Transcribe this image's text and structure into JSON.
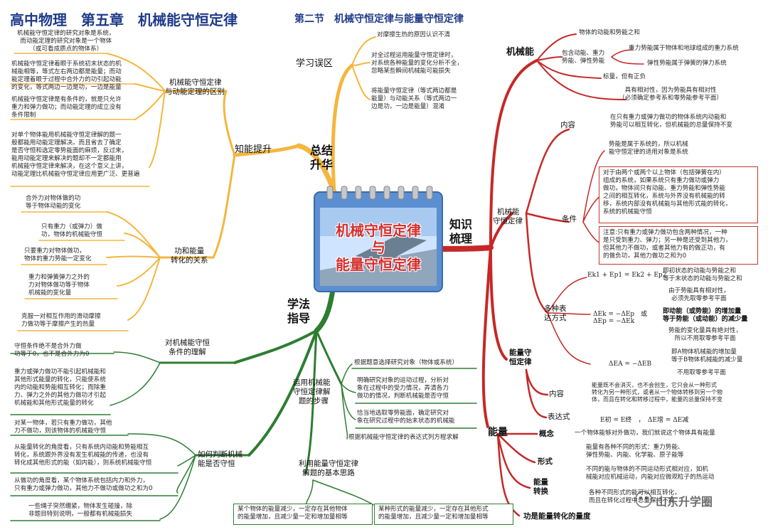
{
  "title": {
    "main": "高中物理　第五章　机械能守恒定律",
    "section": "第二节　机械守恒定律与能量守恒定律"
  },
  "center": {
    "line1": "机械守恒定律",
    "line2": "与",
    "line3": "能量守恒定律"
  },
  "colors": {
    "yellow": "#f4b63f",
    "red": "#c62828",
    "green": "#2e7d32",
    "title": "#1f3a8a"
  },
  "summary": {
    "label": "总结升华",
    "zhineng": {
      "label": "知能提升",
      "qubie": {
        "label_line1": "机械能守恒定律",
        "label_line2": "与动能定理的区别",
        "p1": [
          "机械能守恒定律的研究对象是系统，",
          "而动能定理的研究对象是一个物体",
          "（或可看成质点的物体系）"
        ],
        "p2": [
          "机械能守恒定律着眼于系统初末状态的机",
          "械能相等，等式左右两边都是能量；而动",
          "能定理着眼于过程中合外力的功引起动能",
          "的变化，等式两边一边是功，一边是能量"
        ],
        "p3": [
          "机械能守恒定律是有条件的，就是只允许",
          "重力和弹力做功；而动能定理的成立没有",
          "条件限制"
        ],
        "p4": [
          "对单个物体能用机械能守恒定律解的题一",
          "般都能用动能定理解决。而且省去了确定",
          "是否守恒和选定零势能面的麻烦，反过来，",
          "能用动能定理来解决的题却不一定都能用",
          "机械能守恒定律来解决，在这个意义上讲，",
          "动能定理比机械能守恒定律应用更广泛、更普遍"
        ]
      },
      "gongneng": {
        "label_line1": "功和能量",
        "label_line2": "转化的关系",
        "p1": [
          "合外力对物体做的功",
          "等于物体动能的变化"
        ],
        "p2": [
          "只有重力（或弹力）做",
          "功，物体的机械能守恒"
        ],
        "p3": [
          "只要重力对物体做功，",
          "物体的重力势能一定变化"
        ],
        "p4": [
          "重力和弹簧弹力之外的",
          "力对物体做功等于物体",
          "机械能的变化量"
        ],
        "p5": [
          "克服一对相互作用的滑动摩擦",
          "力做功等于摩擦产生的热量"
        ]
      }
    },
    "wuqu": {
      "label": "学习误区",
      "p1": [
        "对摩擦生热的原因认识不清"
      ],
      "p2": [
        "对全过程运用能量守恒定律时，",
        "对系统各种能量的变化分析不全，",
        "忽略某些瞬间机械能可能损失"
      ],
      "p3": [
        "将能量守恒定律（等式两边都是",
        "能量）与动能关系（等式两边一",
        "边是功，一边是能量）混淆"
      ]
    }
  },
  "zhishi": {
    "label_line1": "知识",
    "label_line2": "梳理",
    "jixieneng": {
      "label": "机械能",
      "d1": "物体的动能和势能之和",
      "include_line1": "包含动能、重力",
      "include_line2": "势能、弹性势能",
      "i1": "重力势能属于物体和地球组成的重力系统",
      "i2": "弹性势能属于弹簧的弹力系统",
      "d2": "标量，但有正负",
      "d3": [
        "具有相对性，因为势能具有相对性",
        "（必须确定参考系和零势能参考平面）"
      ]
    },
    "shouheng": {
      "label_line1": "机械能",
      "label_line2": "守恒定律",
      "neirong": {
        "label": "内容",
        "text": [
          "在只有重力或弹力做功的物体系统内动能和",
          "势能可以相互转化，但机械能的总量保持不变"
        ]
      },
      "tiaojian": {
        "label": "条件",
        "c1": [
          "势能是属于系统的，所以机械",
          "能守恒定律的适用对象是系统"
        ],
        "c2": [
          "对于由两个或两个以上物体（包括弹簧在内）",
          "组成的系统，如果系统只有重力做功或弹力",
          "做功，物体间只有动能、重力势能和弹性势能",
          "之间的相互转化，系统与外界没有机械能的转",
          "移，系统内部没有机械能与其他形式能的转化，",
          "系统的机械能守恒"
        ],
        "c3": [
          "注意:只有重力或弹力做功包含两种情况，一种",
          "是只受到重力、弹力；另一种是还受到其他力，",
          "但其他力不做功，或者其他力有的做正功，有",
          "的做负功，其他力做功之和为0"
        ]
      },
      "biaoda": {
        "label_line1": "多种表",
        "label_line2": "达方式",
        "eq1": "Ek1 + Ep1 = Ek2 + Ep2",
        "e1": [
          "即初状态的动能与势能之和",
          "等于末状态的动能与势能之和"
        ],
        "e1b": [
          "由于势能具有相对性，",
          "必须先取零参考平面"
        ],
        "eq2a": "ΔEk = −ΔEp　或",
        "eq2b": "ΔEp = −ΔEk",
        "e2": [
          "即动能（或势能）的增加量",
          "等于势能（或动能）的减少量"
        ],
        "e2b": [
          "势能的变化量具有绝对性，",
          "所以不用取零参考平面"
        ],
        "eq3": "ΔEA = −ΔEB",
        "e3": [
          "即A物体机械能的增加量",
          "等于B物体机械能的减少量"
        ],
        "e3b": "不用取零参考平面"
      }
    },
    "nengliang_shouheng": {
      "label_line1": "能量守",
      "label_line2": "恒定律",
      "neirong_label": "内容",
      "neirong": [
        "能量既不会消灭，也不会创生，它只会从一种形式",
        "转化为另一种形式，或者从一个物体转移到另一个物",
        "体，而且在转化和转移过程中，能量的总量保持不变"
      ],
      "biaodashi_label": "表达式",
      "biaodashi": "E初 = E终　，　ΔE增 = ΔE减"
    },
    "nengliang": {
      "label": "能量",
      "gainian_label": "概念",
      "gainian": "一个物体能够对外做功，我们就说这个物体具有能量",
      "xingshi_label": "形式",
      "xingshi": [
        "能量有各种不同的形式：重力势能、",
        "弹性势能、内能、化学能、原子能等"
      ],
      "xingshi2": [
        "不同的能与物体的不同运动形式相对应，如机",
        "械能对应机械运动，内能对应微观粒子的热运动"
      ],
      "zhuanhuan_line1": "能量",
      "zhuanhuan_line2": "转换",
      "zhuanhuan": [
        "各种不同形式的能可以相互转化，",
        "而且在转化过程中总量保持不变"
      ],
      "conclusion": "功是能量转化的量度"
    }
  },
  "xuefa": {
    "label": "学法指导",
    "lijie": {
      "label_line1": "对机械能守恒",
      "label_line2": "条件的理解",
      "p1": [
        "守恒条件绝不是合外力做",
        "功等于0，也不是合外力为0"
      ],
      "p2": [
        "重力或弹力做功不能引起机械能和",
        "其他形式能量的转化，只能使系统",
        "内的动能和势能相互转化；而除重",
        "力、弹力之外的其他力做功才引起",
        "机械能和其他形式能量的转化"
      ]
    },
    "buzhou": {
      "label_line1": "运用机械能",
      "label_line2": "守恒定律解",
      "label_line3": "题的步骤",
      "s1": "根据题意选择研究对象（物体或系统）",
      "s2": [
        "明确研究对象的运动过程，分析对",
        "象在过程中的受力情况，弄清各力",
        "做功的情况，判断机械能是否守恒"
      ],
      "s3": [
        "恰当地选取零势能面，确定研究对",
        "象在研究过程中的始末状态的机械能"
      ],
      "s4": "根据机械能守恒定律的表达式列方程求解"
    },
    "panduan": {
      "label_line1": "如何判断机械",
      "label_line2": "能是否守恒",
      "p1": [
        "对某一物体，若只有重力做功，其他",
        "力不做功，则该物体的机械能守恒"
      ],
      "p2": [
        "从能量转化的角度看，只有系统内动能和势能相互",
        "转化，系统跟外界没有发生机械能的传递，也没有",
        "转化成其他形式的能（如内能），则系统机械能守恒"
      ],
      "p3": [
        "从做功的角度看，某个物体系统包括内力和外力，",
        "只有重力或弹力做功，其他力不做功或做功之和为0"
      ],
      "p4": [
        "一些绳子突然绷紧，物体发生碰撞，除",
        "非题目特别说明，一般都有机械能损失"
      ]
    },
    "silu": {
      "label_line1": "利用能量守恒定律",
      "label_line2": "解题的基本思路",
      "p1": [
        "某个物体的能量减少，一定存在其他物体",
        "的能量增加，且减少量一定和增加量相等"
      ],
      "p2": [
        "某种形式的能量减少，一定存在其他形式",
        "的能量增加，且减少量一定和增加量相等"
      ]
    }
  },
  "watermark": "山东升学圈"
}
